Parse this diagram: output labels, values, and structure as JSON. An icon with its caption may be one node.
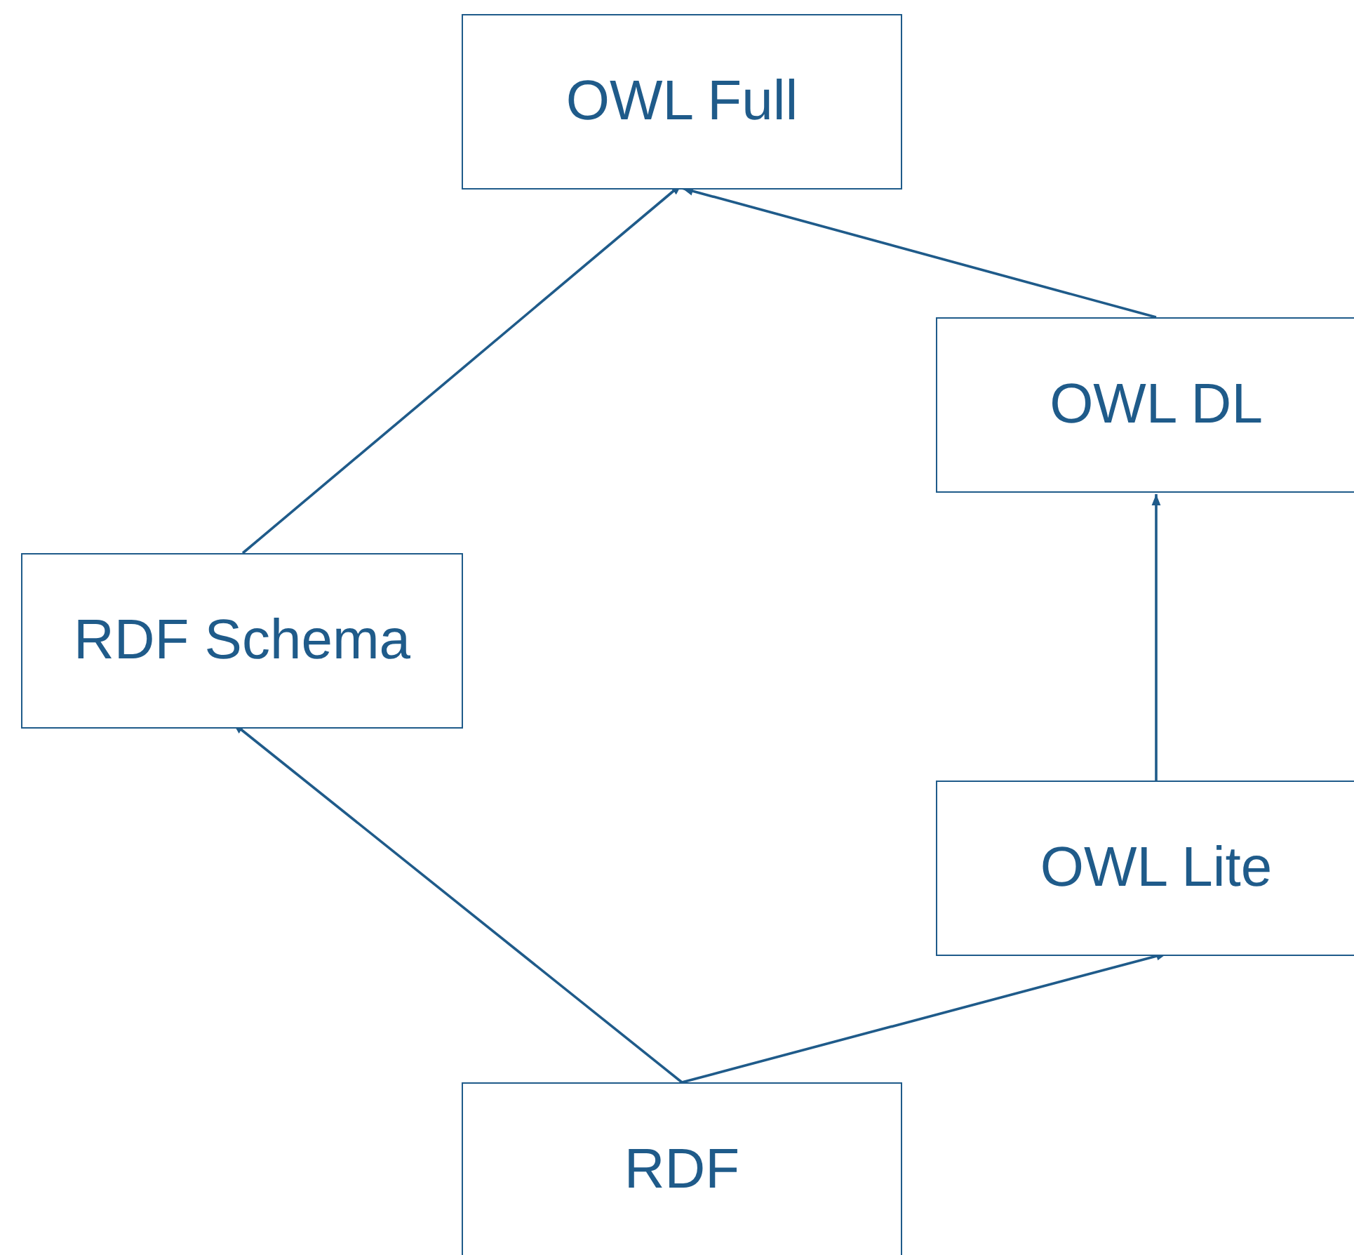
{
  "diagram": {
    "nodes": [
      {
        "text": [
          "OWL Full"
        ]
      },
      {
        "text": [
          "OWL DL"
        ]
      },
      {
        "text": [
          "RDF Schema"
        ]
      },
      {
        "text": [
          "OWL Lite"
        ]
      },
      {
        "text": [
          "RDF"
        ]
      }
    ],
    "edges": [
      {
        "from": 4,
        "to": 2,
        "arrow": "to"
      },
      {
        "from": 4,
        "to": 3,
        "arrow": "to"
      },
      {
        "from": 3,
        "to": 1,
        "arrow": "to"
      },
      {
        "from": 2,
        "to": 0,
        "arrow": "to"
      },
      {
        "from": 1,
        "to": 0,
        "arrow": "to"
      }
    ]
  }
}
